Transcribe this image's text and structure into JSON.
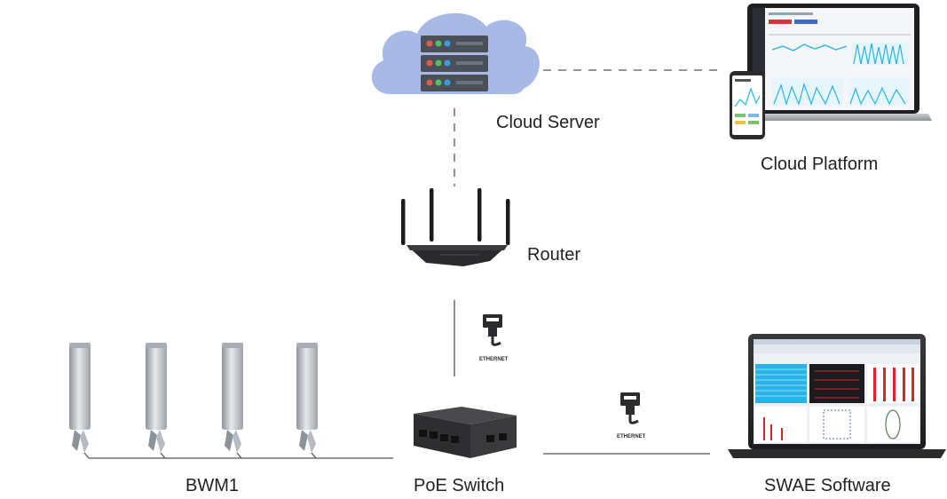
{
  "labels": {
    "cloud_server": "Cloud Server",
    "cloud_platform": "Cloud Platform",
    "router": "Router",
    "bwm1": "BWM1",
    "poe_switch": "PoE Switch",
    "swae_software": "SWAE Software"
  },
  "ethernet_badges": [
    "ETHERNET",
    "ETHERNET"
  ],
  "colors": {
    "cloud": "#a9b9e6",
    "server": "#4b4f57",
    "led_red": "#e05a50",
    "led_green": "#4fc25a",
    "led_blue": "#3c9be0",
    "sensor_body": "#b7bcc2",
    "line": "#555555",
    "spectrum_cyan": "#28b4e8",
    "bar_red": "#d9262c"
  },
  "icons": [
    "cloud-server-icon",
    "laptop-phone-dashboard-icon",
    "router-icon",
    "ethernet-icon",
    "poe-switch-icon",
    "swae-laptop-icon",
    "sensor-icon"
  ]
}
